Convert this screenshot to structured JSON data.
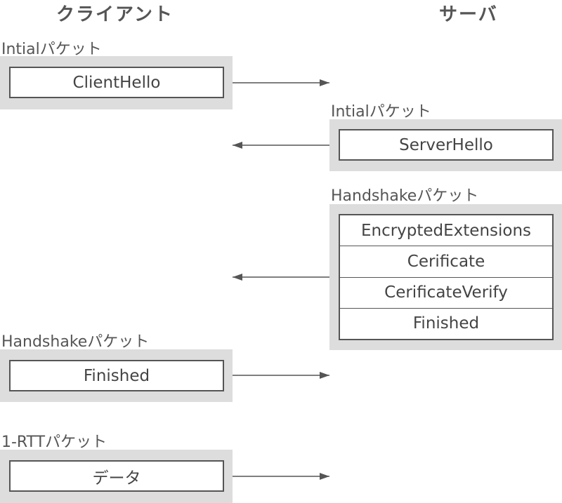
{
  "headers": {
    "client": "クライアント",
    "server": "サーバ"
  },
  "flights": [
    {
      "side": "client",
      "packet_label": "Intialパケット",
      "messages": [
        "ClientHello"
      ],
      "direction": "to-server"
    },
    {
      "side": "server",
      "packet_label": "Intialパケット",
      "messages": [
        "ServerHello"
      ],
      "direction": "to-client"
    },
    {
      "side": "server",
      "packet_label": "Handshakeパケット",
      "messages": [
        "EncryptedExtensions",
        "Cerificate",
        "CerificateVerify",
        "Finished"
      ],
      "direction": "to-client"
    },
    {
      "side": "client",
      "packet_label": "Handshakeパケット",
      "messages": [
        "Finished"
      ],
      "direction": "to-server"
    },
    {
      "side": "client",
      "packet_label": "1-RTTパケット",
      "messages": [
        "データ"
      ],
      "direction": "to-server"
    }
  ],
  "colors": {
    "packet_bg": "#dcdddc",
    "line": "#555555",
    "text": "#4a4a4a"
  }
}
